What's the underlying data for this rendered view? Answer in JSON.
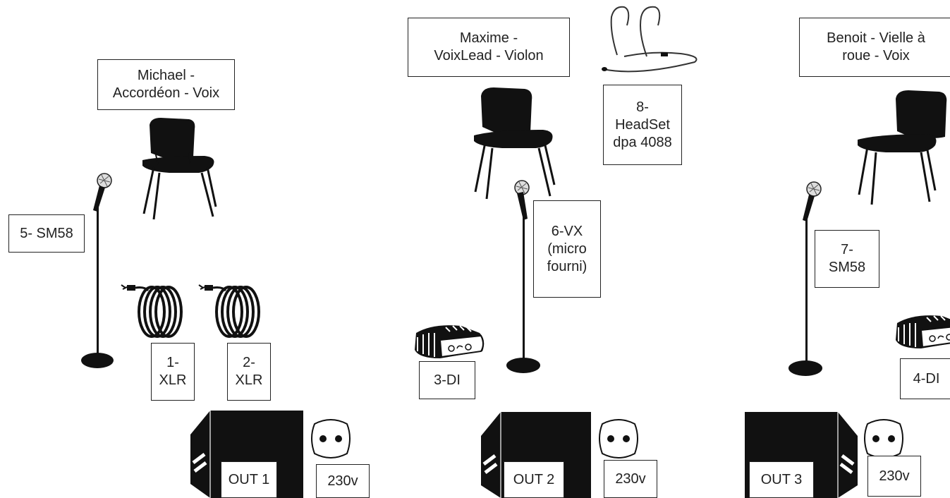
{
  "musicians": [
    {
      "label": "Michael -\nAccordéon - Voix"
    },
    {
      "label": "Maxime -\nVoixLead - Violon"
    },
    {
      "label": "Benoit - Vielle à\nroue - Voix"
    }
  ],
  "inputs": [
    {
      "label": "1-\nXLR"
    },
    {
      "label": "2-\nXLR"
    },
    {
      "label": "3-DI"
    },
    {
      "label": "4-DI"
    },
    {
      "label": "5- SM58"
    },
    {
      "label": "6-VX\n(micro\nfourni)"
    },
    {
      "label": "7-\nSM58"
    },
    {
      "label": "8-\nHeadSet\ndpa 4088"
    }
  ],
  "outputs": [
    {
      "label": "OUT 1"
    },
    {
      "label": "OUT 2"
    },
    {
      "label": "OUT 3"
    }
  ],
  "power": [
    {
      "label": "230v"
    },
    {
      "label": "230v"
    },
    {
      "label": "230v"
    }
  ],
  "icons": [
    "chair-icon",
    "microphone-stand-icon",
    "xlr-cable-icon",
    "di-box-icon",
    "monitor-wedge-icon",
    "power-socket-icon",
    "headset-microphone-icon"
  ],
  "colors": {
    "ink": "#222222",
    "fill": "#111111",
    "background": "#ffffff"
  }
}
